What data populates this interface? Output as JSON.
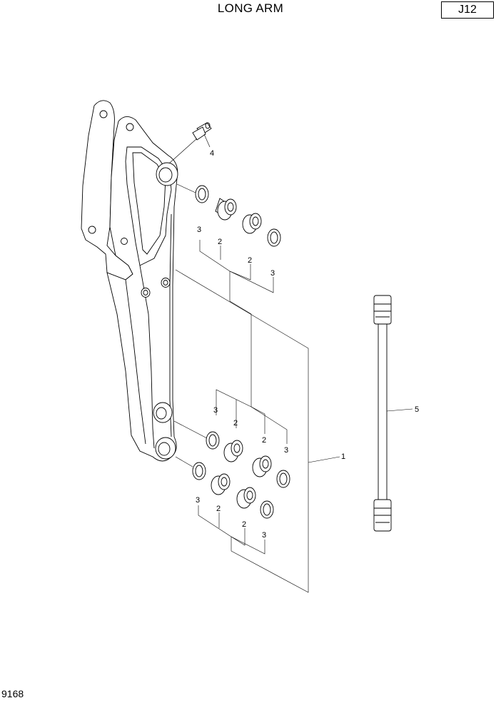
{
  "header": {
    "title": "LONG ARM",
    "page_code": "J12"
  },
  "footer": {
    "drawing_id": "9168"
  },
  "callouts": {
    "arm": "1",
    "bushing": "2",
    "shim": "3",
    "grease_nipple": "4",
    "pipe": "5"
  }
}
